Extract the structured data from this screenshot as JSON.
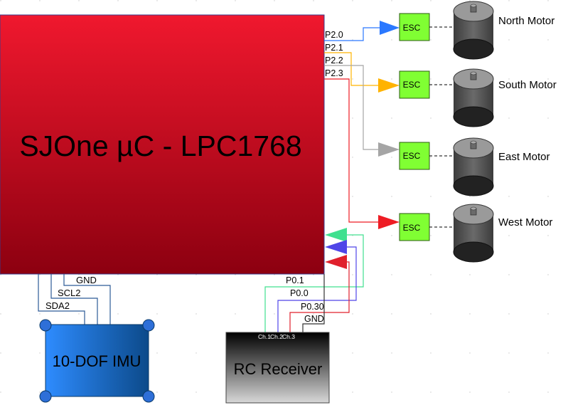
{
  "mcu": {
    "title": "SJOne µC - LPC1768"
  },
  "pins": {
    "p2_0": "P2.0",
    "p2_1": "P2.1",
    "p2_2": "P2.2",
    "p2_3": "P2.3",
    "p0_1": "P0.1",
    "p0_0": "P0.0",
    "p0_30": "P0.30",
    "gnd_rc": "GND"
  },
  "imu": {
    "title": "10-DOF IMU",
    "pins": {
      "gnd": "GND",
      "scl": "SCL2",
      "sda": "SDA2"
    }
  },
  "rc": {
    "title": "RC Receiver",
    "channels": {
      "ch1": "Ch.1",
      "ch2": "Ch.2",
      "ch3": "Ch.3"
    }
  },
  "esc_label": "ESC",
  "motors": {
    "north": "North Motor",
    "south": "South Motor",
    "east": "East Motor",
    "west": "West Motor"
  },
  "colors": {
    "mcu_top": "#f0182e",
    "mcu_bottom": "#8c0010",
    "esc_fill": "#80ff33",
    "north_wire": "#2a78ff",
    "south_wire": "#ffb300",
    "east_wire": "#a5a5a5",
    "west_wire": "#ee1c24",
    "ch1_wire": "#40e08f",
    "ch2_wire": "#4f45e8",
    "ch3_wire": "#e0202c",
    "imu_left": "#2e8cff",
    "imu_right": "#0c4a8a"
  }
}
